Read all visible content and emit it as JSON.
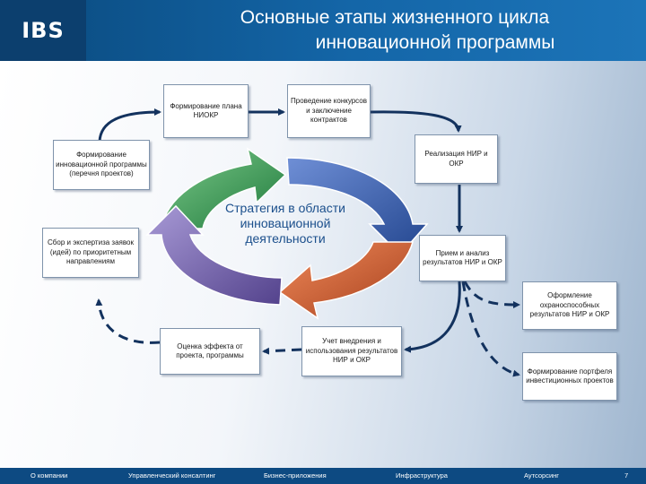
{
  "header": {
    "logo": "IBS",
    "title_line1": "Основные этапы жизненного цикла",
    "title_line2": "инновационной программы"
  },
  "center": {
    "label": "Стратегия в области инновационной деятельности"
  },
  "boxes": {
    "b1": "Формирование плана НИОКР",
    "b2": "Проведение конкурсов и заключение контрактов",
    "b3": "Реализация НИР и ОКР",
    "b4": "Прием и анализ результатов НИР и ОКР",
    "b5": "Оформление охраноспособных результатов НИР и ОКР",
    "b6": "Формирование портфеля инвестиционных проектов",
    "b7": "Учет внедрения и использования результатов НИР и ОКР",
    "b8": "Оценка эффекта от проекта, программы",
    "b9": "Сбор и экспертиза заявок (идей) по приоритетным направлениям",
    "b10": "Формирование инновационной программы (перечня проектов)"
  },
  "footer": {
    "items": [
      "О компании",
      "Управленческий консалтинг",
      "Бизнес-приложения",
      "Инфраструктура",
      "Аутсорсинг"
    ],
    "page": "7"
  },
  "colors": {
    "header": "#1466a8",
    "footer": "#0d4a82",
    "arrow": "#13325e",
    "ring_green": "#2e8f4a",
    "ring_blue": "#2f57a8",
    "ring_orange": "#c4552a",
    "ring_purple": "#6a58a6"
  }
}
